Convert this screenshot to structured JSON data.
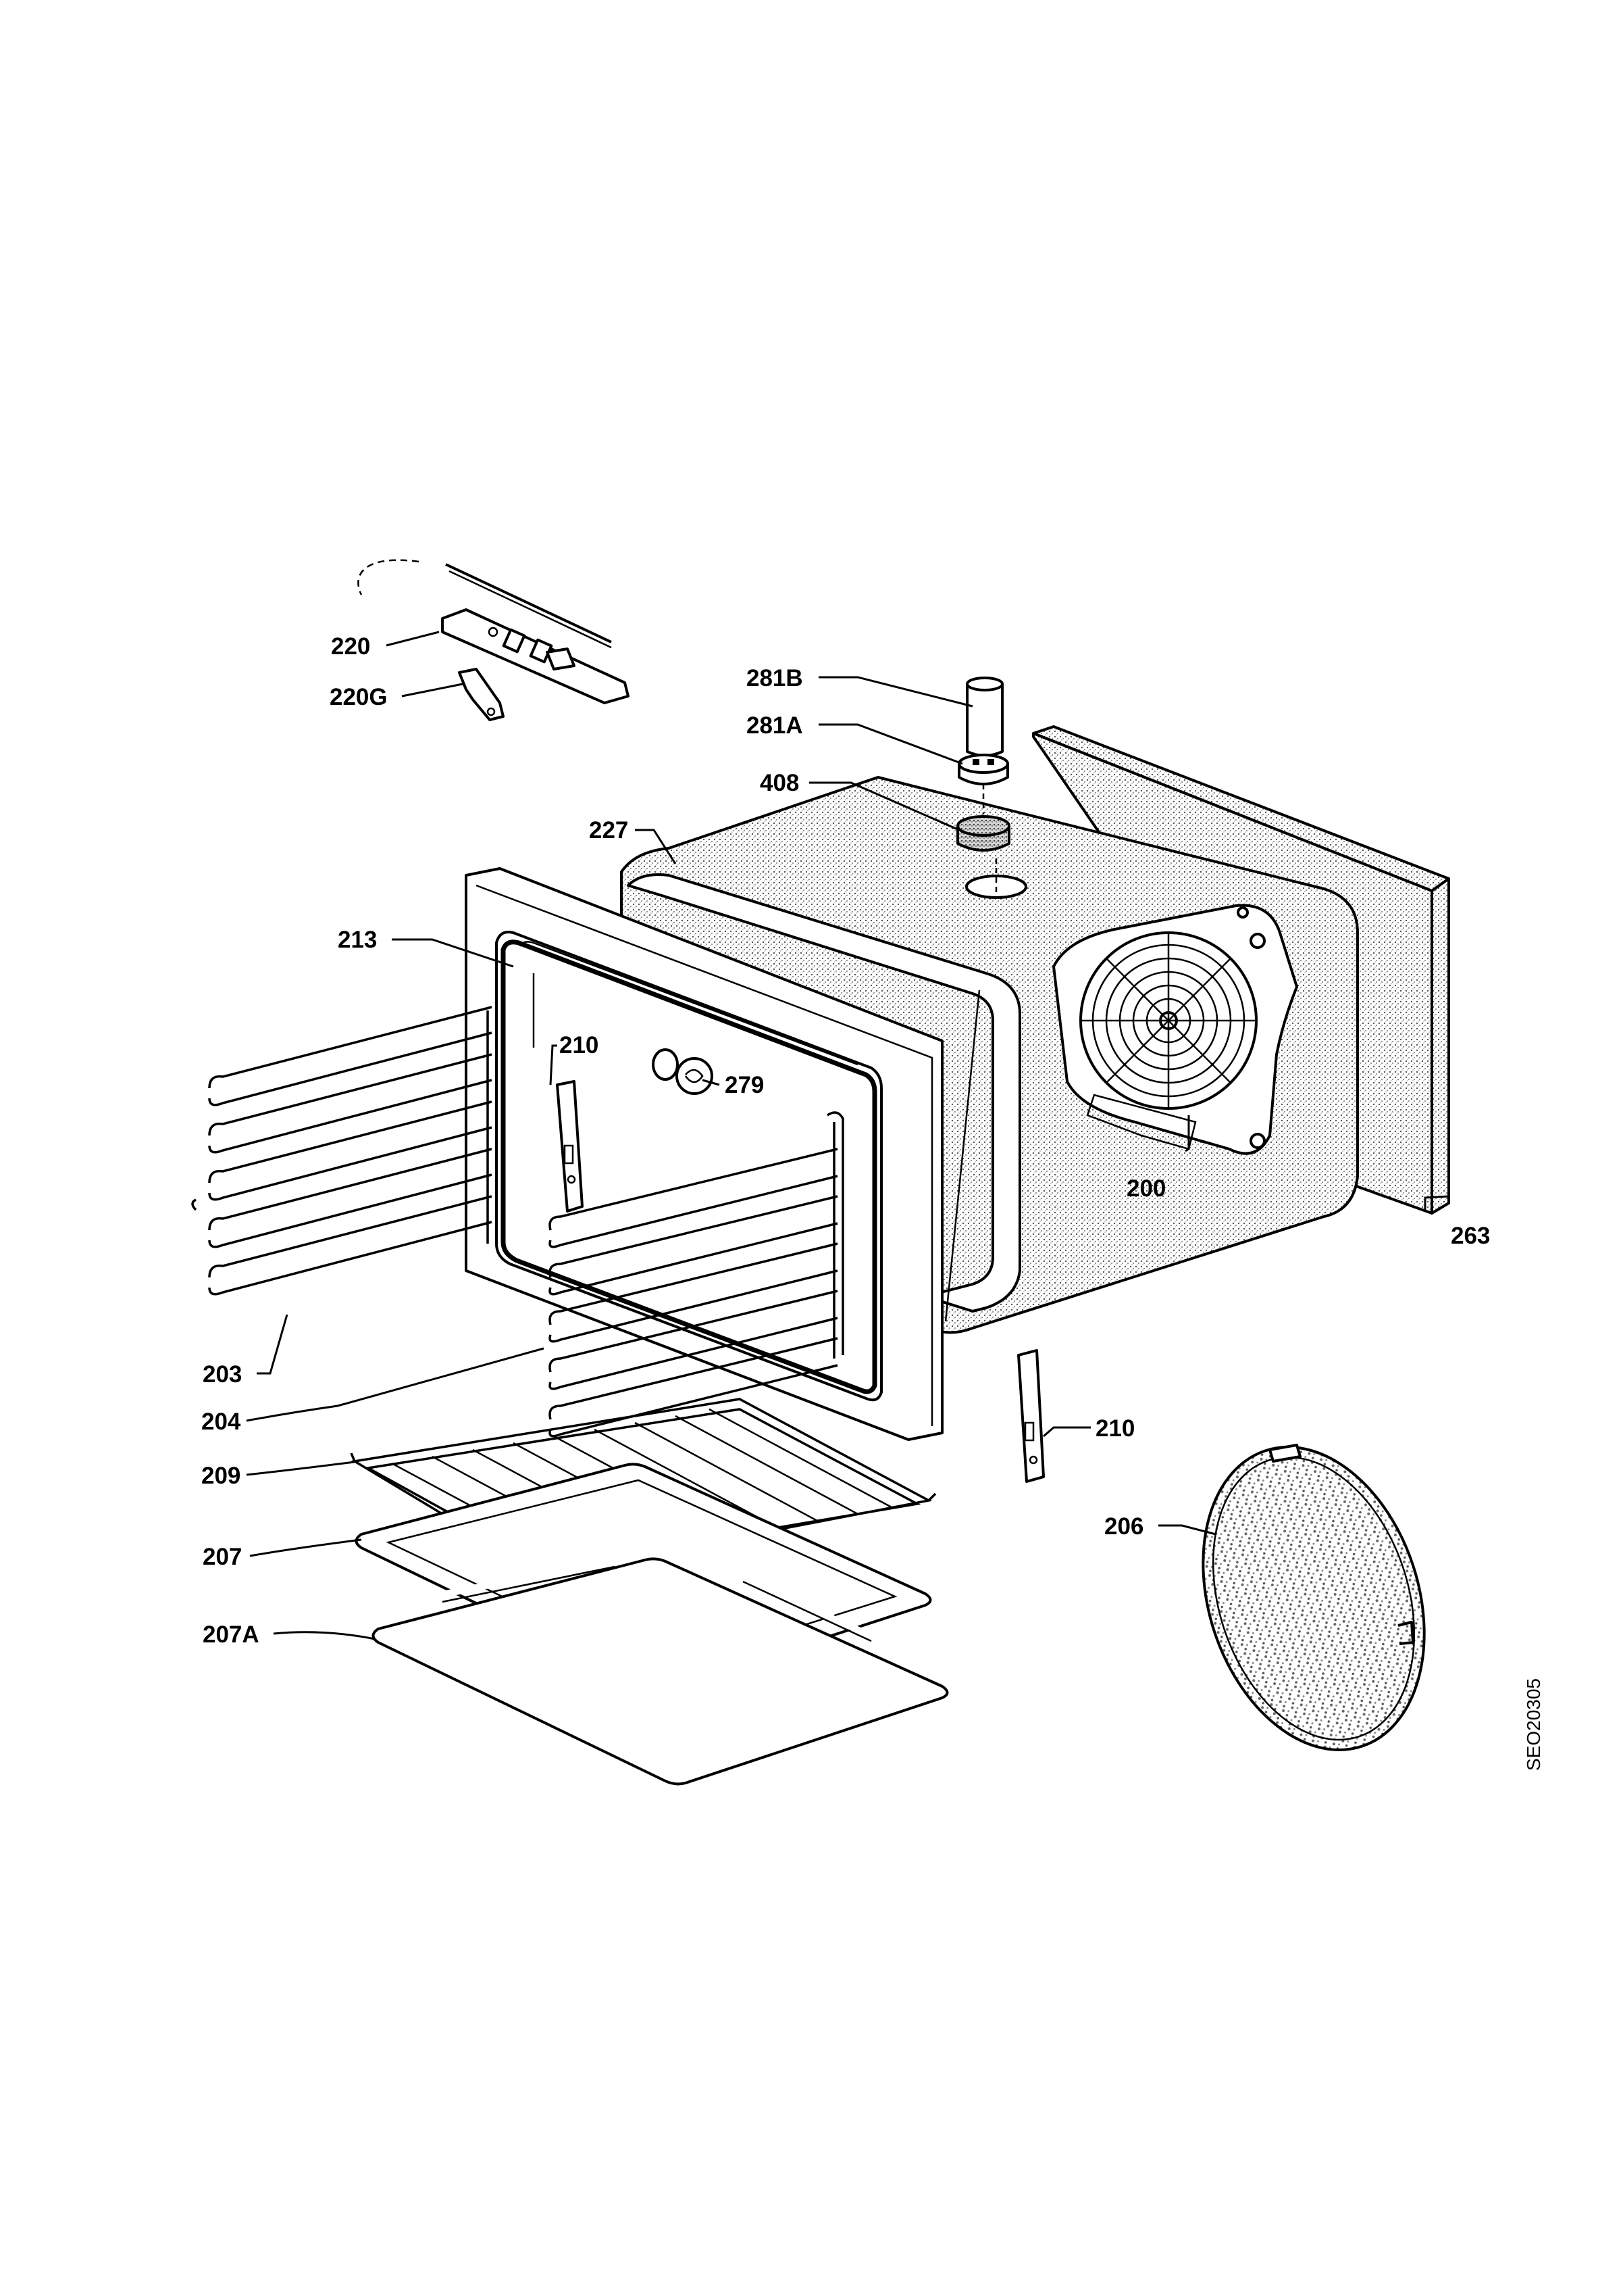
{
  "diagram": {
    "drawing_code": "SEO20305",
    "callouts": [
      {
        "id": "c-220",
        "text": "220"
      },
      {
        "id": "c-220g",
        "text": "220G"
      },
      {
        "id": "c-281b",
        "text": "281B"
      },
      {
        "id": "c-281a",
        "text": "281A"
      },
      {
        "id": "c-408",
        "text": "408"
      },
      {
        "id": "c-227",
        "text": "227"
      },
      {
        "id": "c-213",
        "text": "213"
      },
      {
        "id": "c-210a",
        "text": "210"
      },
      {
        "id": "c-279",
        "text": "279"
      },
      {
        "id": "c-200",
        "text": "200"
      },
      {
        "id": "c-263",
        "text": "263"
      },
      {
        "id": "c-203",
        "text": "203"
      },
      {
        "id": "c-204",
        "text": "204"
      },
      {
        "id": "c-210b",
        "text": "210"
      },
      {
        "id": "c-209",
        "text": "209"
      },
      {
        "id": "c-206",
        "text": "206"
      },
      {
        "id": "c-207",
        "text": "207"
      },
      {
        "id": "c-207a",
        "text": "207A"
      }
    ]
  }
}
